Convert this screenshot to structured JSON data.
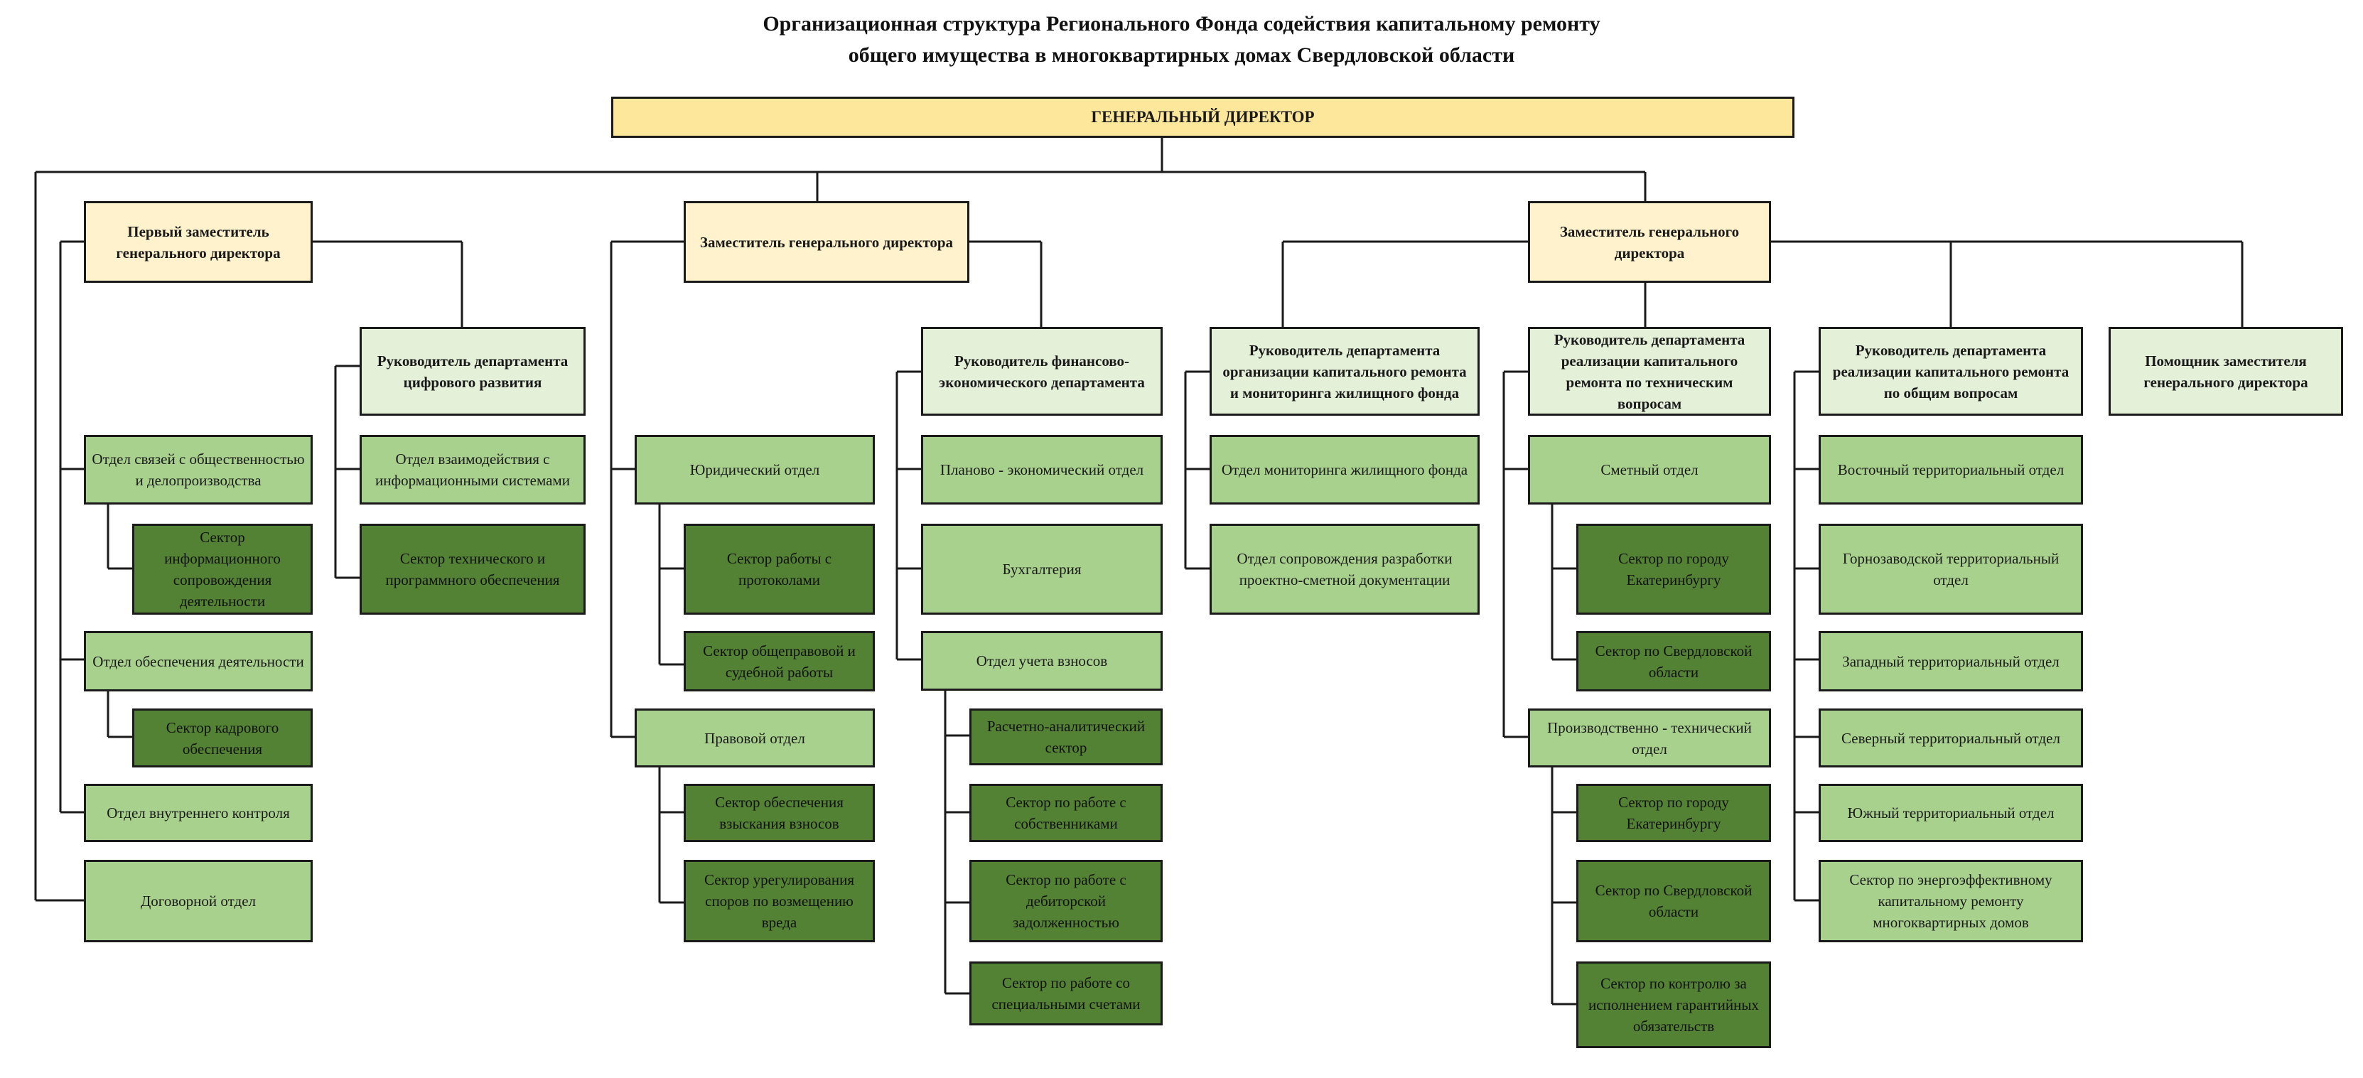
{
  "title": {
    "line1": "Организационная структура Регионального Фонда содействия капитальному ремонту",
    "line2": "общего имущества в многоквартирных домах Свердловской области"
  },
  "colors": {
    "director": "#fde79a",
    "deputy": "#fff2cc",
    "head": "#e5f0d9",
    "department": "#a9d18e",
    "sector": "#548235",
    "line": "#1a1a1a"
  },
  "nodes": {
    "general_director": "ГЕНЕРАЛЬНЫЙ ДИРЕКТОР",
    "first_deputy": "Первый заместитель генерального директора",
    "comm_dept": "Отдел связей с общественностью и делопроизводства",
    "info_support_sector": "Сектор информационного сопровождения деятельности",
    "support_dept": "Отдел обеспечения деятельности",
    "hr_sector": "Сектор кадрового обеспечения",
    "internal_control_dept": "Отдел внутреннего контроля",
    "contract_dept": "Договорной отдел",
    "digital_head": "Руководитель департамента цифрового развития",
    "info_systems_dept": "Отдел взаимодействия с информационными системами",
    "tech_software_sector": "Сектор технического и программного обеспечения",
    "deputy_2": "Заместитель генерального директора",
    "legal_dept": "Юридический отдел",
    "protocols_sector": "Сектор работы с протоколами",
    "general_law_sector": "Сектор общеправовой и судебной работы",
    "law_dept": "Правовой отдел",
    "fee_collection_sector": "Сектор обеспечения взыскания взносов",
    "damage_disputes_sector": "Сектор урегулирования споров по возмещению вреда",
    "finance_head": "Руководитель финансово-экономического департамента",
    "planning_dept": "Планово - экономический отдел",
    "accounting": "Бухгалтерия",
    "fee_accounting_dept": "Отдел учета взносов",
    "analytics_sector": "Расчетно-аналитический сектор",
    "owners_sector": "Сектор по работе с собственниками",
    "debt_sector": "Сектор по работе с дебиторской задолженностью",
    "special_accounts_sector": "Сектор по работе со специальными счетами",
    "deputy_3": "Заместитель генерального директора",
    "monitoring_head": "Руководитель департамента организации капитального ремонта и мониторинга жилищного фонда",
    "housing_monitoring_dept": "Отдел мониторинга жилищного фонда",
    "design_docs_dept": "Отдел сопровождения разработки проектно-сметной документации",
    "tech_repair_head": "Руководитель департамента реализации капитального ремонта по техническим вопросам",
    "estimate_dept": "Сметный отдел",
    "estimate_ekb_sector": "Сектор по городу Екатеринбургу",
    "estimate_region_sector": "Сектор по Свердловской области",
    "production_dept": "Производственно - технический отдел",
    "prod_ekb_sector": "Сектор по городу Екатеринбургу",
    "prod_region_sector": "Сектор по Свердловской области",
    "warranty_sector": "Сектор по контролю за исполнением гарантийных обязательств",
    "general_repair_head": "Руководитель департамента реализации капитального ремонта по общим вопросам",
    "east_dept": "Восточный территориальный отдел",
    "gornozavodsk_dept": "Горнозаводской территориальный отдел",
    "west_dept": "Западный территориальный отдел",
    "north_dept": "Северный территориальный отдел",
    "south_dept": "Южный территориальный отдел",
    "energy_sector": "Сектор по энергоэффективному капитальному ремонту многоквартирных домов",
    "assistant": "Помощник заместителя генерального директора"
  }
}
